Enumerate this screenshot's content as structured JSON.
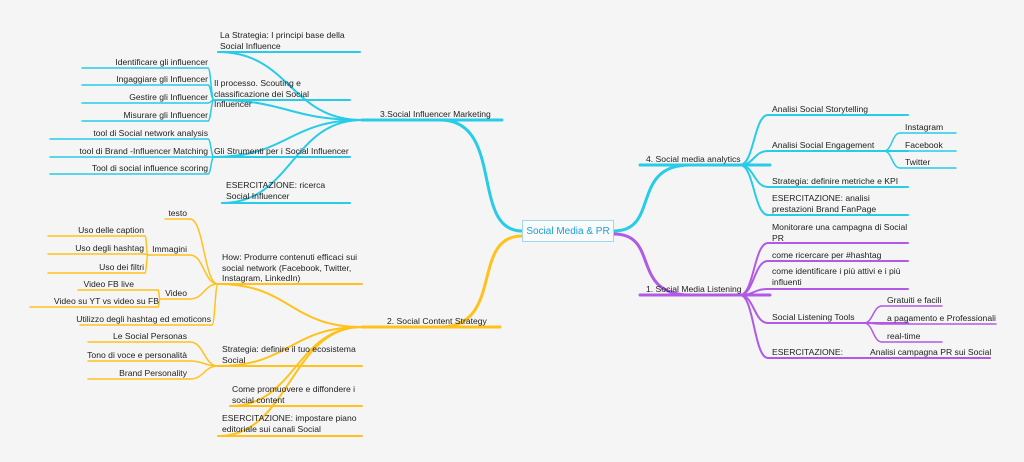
{
  "colors": {
    "influencer": "#27cce6",
    "content": "#ffc21c",
    "analytics": "#27cce6",
    "listening": "#b05ae6",
    "center_text": "#1aa0d8"
  },
  "center": "Social Media & PR",
  "branches": {
    "influencer": {
      "title": "3.Social Influencer Marketing",
      "strategia": "La Strategia: I principi base della Social Influence",
      "processo": "Il processo. Scouting e classificazione dei Social Influencer",
      "processo_items": [
        "Identificare gli influencer",
        "Ingaggiare gli Influencer",
        "Gestire gli Influencer",
        "Misurare gli Influencer"
      ],
      "strumenti": "Gli Strumenti per i Social Influencer",
      "strumenti_items": [
        "tool di Social network analysis",
        "tool di Brand -Influencer Matching",
        "Tool di social influence scoring"
      ],
      "esercitazione": "ESERCITAZIONE: ricerca Social Influencer"
    },
    "content": {
      "title": "2. Social Content Strategy",
      "how": "How: Produrre contenuti efficaci sui social network (Facebook, Twitter, Instagram, LinkedIn)",
      "testo": "testo",
      "immagini": "Immagini",
      "immagini_items": [
        "Uso delle caption",
        "Uso degli hashtag",
        "Uso dei filtri"
      ],
      "video": "Video",
      "video_items": [
        "Video FB live",
        "Video su YT vs video su FB"
      ],
      "hashtag_emoticons": "Utilizzo degli hashtag ed emoticons",
      "strategia": "Strategia: definire il tuo ecosistema Social",
      "strategia_items": [
        "Le Social Personas",
        "Tono di voce e personalità",
        "Brand Personality"
      ],
      "promuovere": "Come promuovere e diffondere i social content",
      "esercitazione": "ESERCITAZIONE: impostare piano editoriale sui canali Social"
    },
    "analytics": {
      "title": "4. Social media analytics",
      "storytelling": "Analisi Social Storytelling",
      "engagement": "Analisi Social Engagement",
      "engagement_items": [
        "Instagram",
        "Facebook",
        "Twitter"
      ],
      "metriche": "Strategia: definire metriche e KPI",
      "esercitazione": "ESERCITAZIONE: analisi prestazioni Brand FanPage"
    },
    "listening": {
      "title": "1. Social Media Listening",
      "monitorare": "Monitorare una campagna di Social PR",
      "hashtag": "come ricercare per #hashtag",
      "identificare": "come identificare i più attivi e i più influenti",
      "tools": "Social Listening Tools",
      "tools_items": [
        "Gratuiti e facili",
        "a pagamento e Professionali",
        "real-time"
      ],
      "esercitazione": "ESERCITAZIONE:",
      "esercitazione_item": "Analisi campagna PR sui Social"
    }
  }
}
